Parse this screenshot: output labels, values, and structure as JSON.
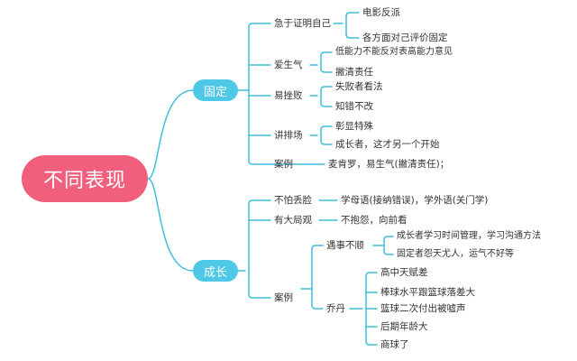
{
  "root": "不同表现",
  "colors": {
    "root": "#f0607c",
    "branch": "#4fc7e6",
    "line": "#3fbfdc",
    "text": "#333333"
  },
  "fixed": {
    "label": "固定",
    "items": {
      "prove": {
        "label": "急于证明自己",
        "children": [
          "电影反派",
          "各方面对己评价固定"
        ]
      },
      "angry": {
        "label": "爱生气",
        "children": [
          "低能力不能反对表高能力意见",
          "撇清责任"
        ]
      },
      "fail": {
        "label": "易挫败",
        "children": [
          "失败者看法",
          "知错不改"
        ]
      },
      "scene": {
        "label": "讲排场",
        "children": [
          "彰显特殊",
          "成长者，这才另一个开始"
        ]
      },
      "case": {
        "label": "案例",
        "detail": "麦肯罗，易生气(撇清责任)；"
      }
    }
  },
  "growth": {
    "label": "成长",
    "items": {
      "shame": {
        "label": "不怕丢脸",
        "detail": "学母语(接纳错误)，学外语(关门学)"
      },
      "big": {
        "label": "有大局观",
        "detail": "不抱怨，向前看"
      },
      "case": {
        "label": "案例",
        "adversity": {
          "label": "遇事不顺",
          "children": [
            "成长者学习时间管理，学习沟通方法",
            "固定者怨天尤人，运气不好等"
          ]
        },
        "jordan": {
          "label": "乔丹",
          "children": [
            "高中天赋差",
            "棒球水平跟篮球落差大",
            "篮球二次付出被嘘声",
            "后期年龄大",
            "商球了"
          ]
        }
      }
    }
  }
}
